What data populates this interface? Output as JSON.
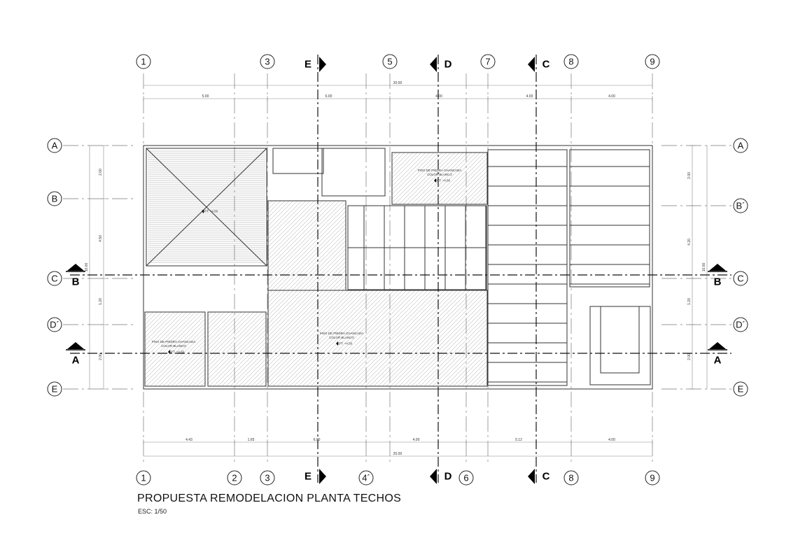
{
  "drawing": {
    "title": "PROPUESTA REMODELACION PLANTA TECHOS",
    "scale": "ESC: 1/50"
  },
  "grid_top": [
    "1",
    "3",
    "5",
    "7",
    "8",
    "9"
  ],
  "grid_bottom": [
    "1",
    "2",
    "3",
    "4´",
    "6",
    "8",
    "9"
  ],
  "grid_left": [
    "A",
    "B",
    "C",
    "D´",
    "E"
  ],
  "grid_right": [
    "A",
    "B´",
    "C",
    "D´",
    "E"
  ],
  "section_top": [
    "E",
    "D",
    "C"
  ],
  "section_bottom": [
    "E",
    "D",
    "C"
  ],
  "section_side": [
    "B",
    "A"
  ],
  "dims_top": {
    "total": "20.00",
    "parts": [
      "5.00",
      "6.00",
      "4.00",
      "4.00",
      "4.00"
    ]
  },
  "dims_bottom": {
    "total": "20.00",
    "parts": [
      "4.43",
      "1.65",
      "6.00",
      "4.00",
      "5.12",
      "4.00"
    ]
  },
  "dims_left": [
    "2.00",
    "4.50",
    "1.20",
    "2.00",
    "10.00"
  ],
  "dims_right": [
    "2.00",
    "4.20",
    "1.20",
    "2.00",
    "10.00"
  ],
  "notes": {
    "floor_note": "PISO DE PIEDRA CHANCADA",
    "floor_color": "COLOR BLANCO",
    "level_tag": "NPT: +4.50"
  }
}
